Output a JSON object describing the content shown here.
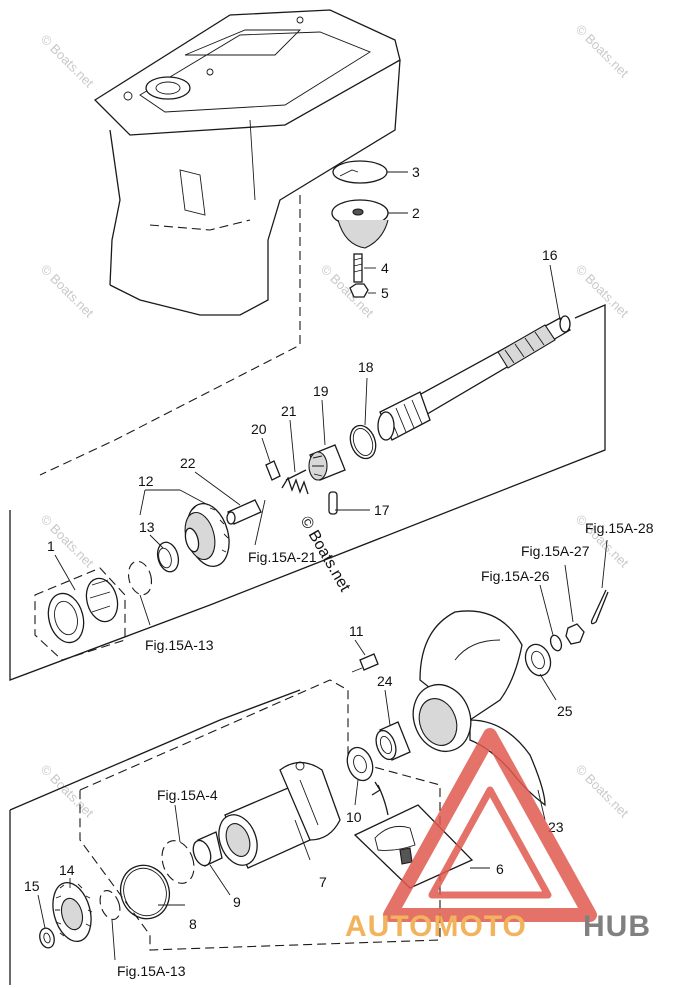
{
  "watermark": {
    "text": "© Boats.net",
    "center_text": "© Boats.net"
  },
  "brand": {
    "part1": "AUTOMOTO",
    "part2": "HUB",
    "color_orange": "#f0a640",
    "color_gray": "#6b6b6b",
    "color_red": "#e05a50"
  },
  "labels": {
    "p1": "1",
    "p2": "2",
    "p3": "3",
    "p4": "4",
    "p5": "5",
    "p6": "6",
    "p7": "7",
    "p8": "8",
    "p9": "9",
    "p10": "10",
    "p11": "11",
    "p12": "12",
    "p13": "13",
    "p14": "14",
    "p15": "15",
    "p16": "16",
    "p17": "17",
    "p18": "18",
    "p19": "19",
    "p20": "20",
    "p21": "21",
    "p22": "22",
    "p23": "23",
    "p24": "24",
    "p25": "25",
    "fig_15a_21": "Fig.15A-21",
    "fig_15a_13_top": "Fig.15A-13",
    "fig_15a_13_bottom": "Fig.15A-13",
    "fig_15a_4": "Fig.15A-4",
    "fig_15a_26": "Fig.15A-26",
    "fig_15a_27": "Fig.15A-27",
    "fig_15a_28": "Fig.15A-28"
  }
}
